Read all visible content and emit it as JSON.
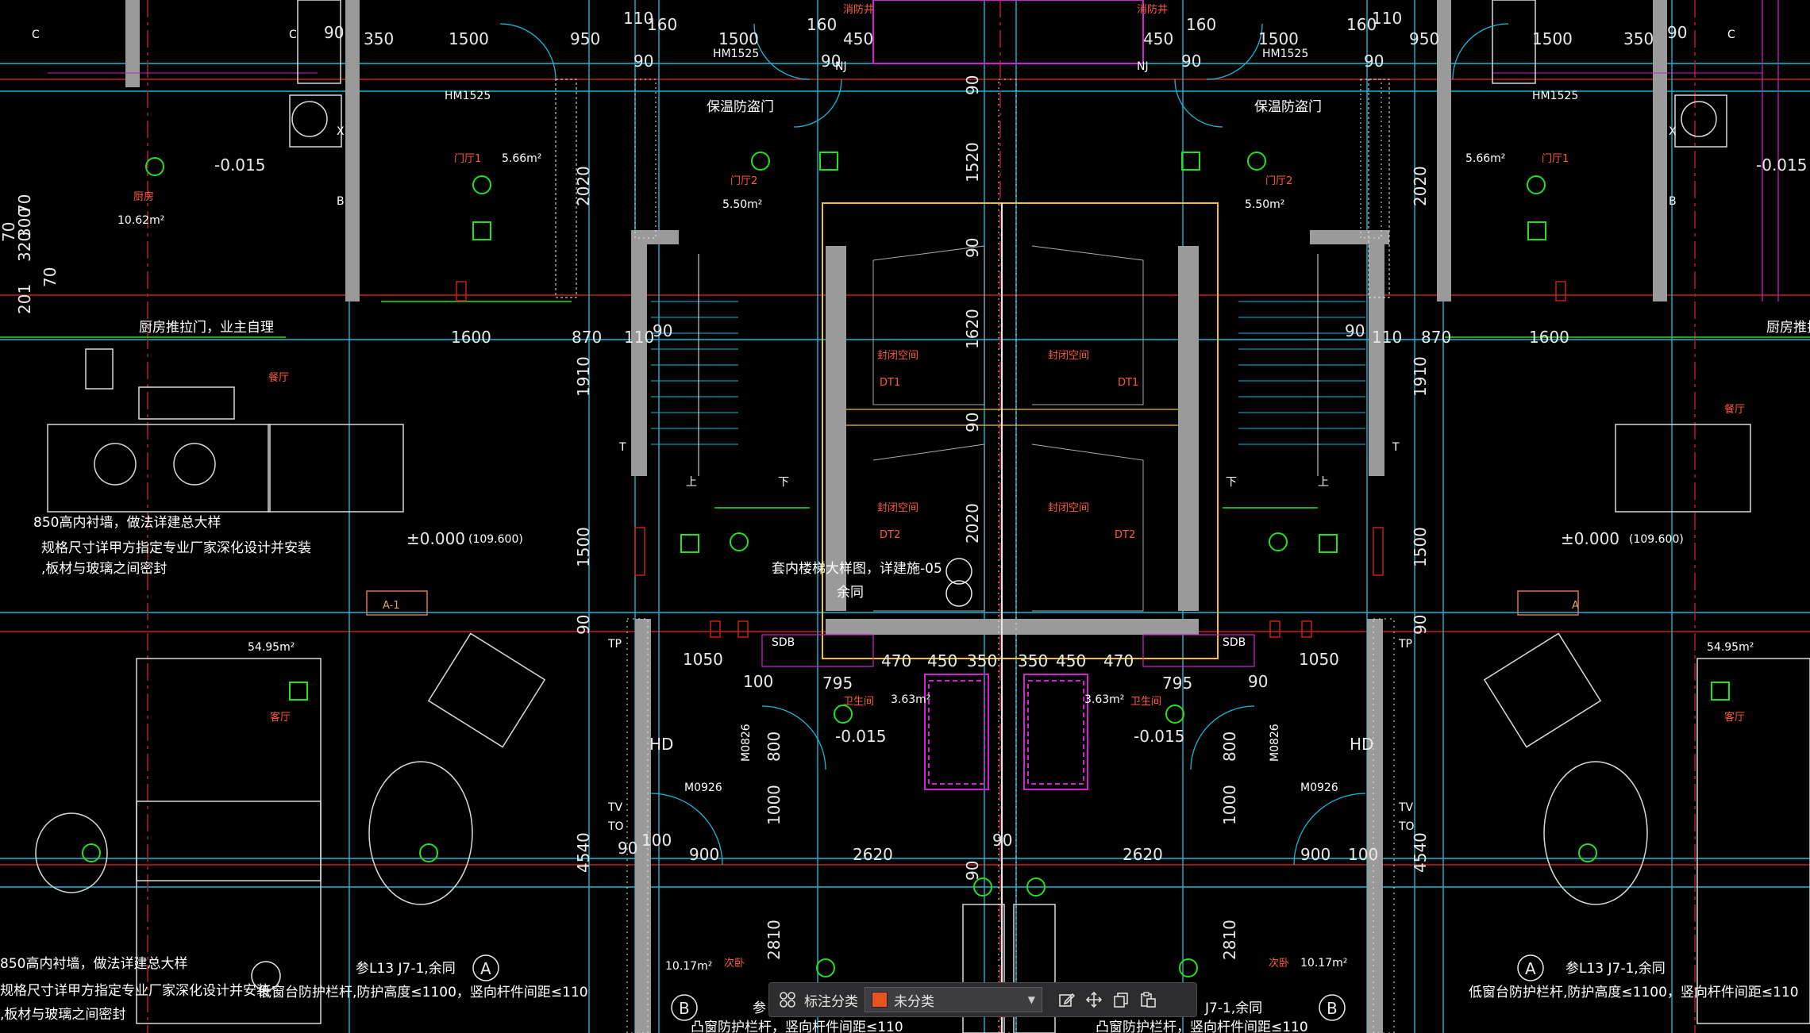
{
  "canvas": {
    "background": "#000000",
    "dimensions": {
      "top": [
        "350",
        "1500",
        "950",
        "1500",
        "110",
        "160",
        "160",
        "450",
        "450",
        "160",
        "1500",
        "160",
        "110",
        "950",
        "1500",
        "350",
        "90",
        "90",
        "90",
        "90",
        "90",
        "90"
      ],
      "middle": [
        "1600",
        "870",
        "110",
        "90",
        "90",
        "110",
        "870",
        "1600"
      ],
      "lower": [
        "1050",
        "100",
        "795",
        "470",
        "450",
        "350",
        "350",
        "450",
        "470",
        "795",
        "90",
        "1050",
        "900",
        "100",
        "2620",
        "90",
        "2620",
        "900",
        "100",
        "90"
      ],
      "vertical": [
        "2020",
        "1910",
        "1500",
        "90",
        "4540",
        "90",
        "1520",
        "1620",
        "90",
        "2020",
        "90",
        "2020",
        "1910",
        "1500",
        "90",
        "4540",
        "800",
        "1000",
        "800",
        "1000",
        "2810",
        "2810",
        "90",
        "70",
        "320",
        "300",
        "201",
        "70",
        "70"
      ]
    },
    "labels": {
      "door_hm": "HM1525",
      "insulated_door": "保温防盗门",
      "foyer1": "门厅1",
      "foyer2": "门厅2",
      "area_566": "5.66m²",
      "area_550": "5.50m²",
      "kitchen": "厨房",
      "area_1062": "10.62m²",
      "kitchen_door": "厨房推拉门，业主自理",
      "dining": "餐厅",
      "level_neg": "-0.015",
      "level_zero": "±0.000",
      "level_abs": "(109.600)",
      "wall_note1": "850高内衬墙，做法详建总大样",
      "wall_note2": "规格尺寸详甲方指定专业厂家深化设计并安装",
      "wall_note3": ",板材与玻璃之间密封",
      "grid_a1": "A-1",
      "grid_a": "A",
      "area_5495": "54.95m²",
      "living": "客厅",
      "closed_space": "封闭空间",
      "dt1": "DT1",
      "dt2": "DT2",
      "stair_note": "套内楼梯大样图，详建施-05",
      "same": "余同",
      "up": "上",
      "down": "下",
      "sdb": "SDB",
      "bath": "卫生间",
      "area_363": "3.63m²",
      "door_m0826": "M0826",
      "door_m0926": "M0926",
      "hd": "HD",
      "tp": "TP",
      "tv": "TV",
      "to": "TO",
      "secondary_bed": "次卧",
      "area_1017": "10.17m²",
      "ref_l13": "参L13 J7-1,余同",
      "ref_j7": "J7-1,余同",
      "window_guard": "低窗台防护栏杆,防护高度≤1100，竖向杆件间距≤110",
      "window_guard2": "凸窗防护栏杆，竖向杆件间距≤110",
      "fire_hydrant": "消防井",
      "nj": "NJ",
      "b": "B",
      "c": "C",
      "x": "X",
      "t": "T",
      "can_jian": "参"
    }
  },
  "toolbar": {
    "icon_left": "grid-icon",
    "label": "标注分类",
    "select_value": "未分类",
    "select_color": "#e8531f",
    "icons": [
      "edit-icon",
      "move-icon",
      "copy-icon",
      "paste-icon"
    ]
  },
  "colors": {
    "wall_gray": "#9a9a9a",
    "yellow": "#f0c020",
    "cyan": "#19b8d8",
    "magenta": "#d020d0",
    "green": "#20e020",
    "red": "#c81e1e",
    "white": "#e8e8e8"
  }
}
